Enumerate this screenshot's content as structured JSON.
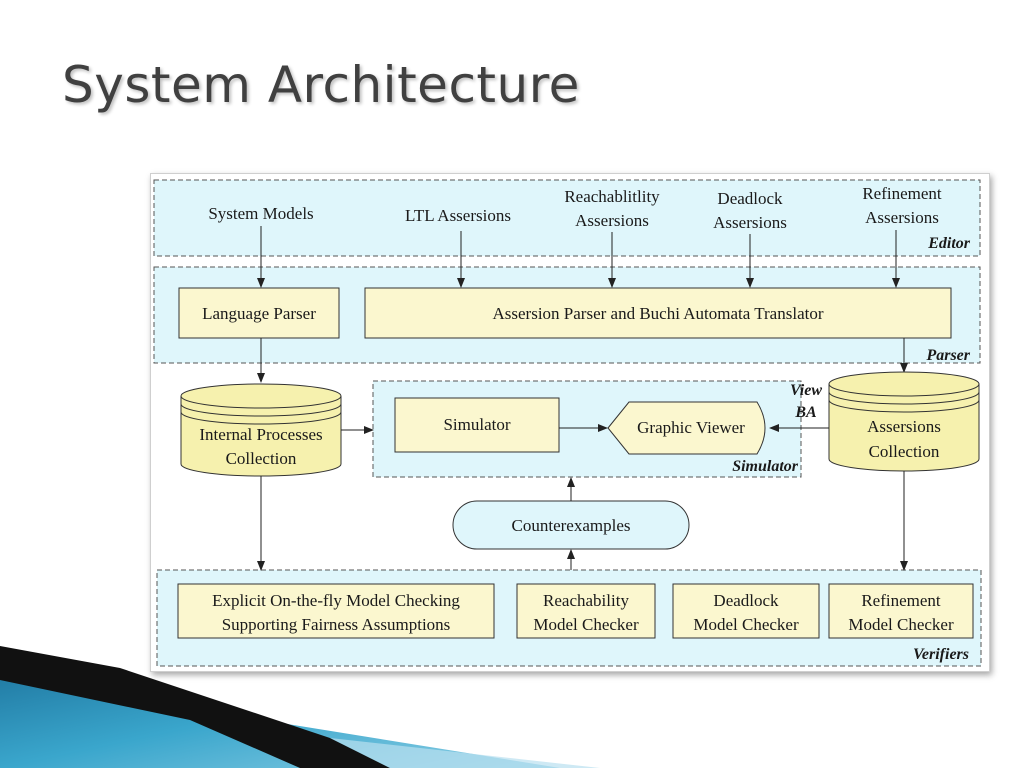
{
  "slide": {
    "title": "System Architecture"
  },
  "regions": {
    "editor": "Editor",
    "parser": "Parser",
    "simulator": "Simulator",
    "verifiers": "Verifiers"
  },
  "editor_inputs": {
    "system_models": "System Models",
    "ltl": "LTL Assersions",
    "reach_1": "Reachablitlity",
    "reach_2": "Assersions",
    "deadlock_1": "Deadlock",
    "deadlock_2": "Assersions",
    "refinement_1": "Refinement",
    "refinement_2": "Assersions"
  },
  "parser_boxes": {
    "language": "Language Parser",
    "assersion": "Assersion Parser and Buchi Automata Translator"
  },
  "collections": {
    "internal_1": "Internal Processes",
    "internal_2": "Collection",
    "assersions_1": "Assersions",
    "assersions_2": "Collection"
  },
  "simulator_boxes": {
    "simulator": "Simulator",
    "graphic_viewer": "Graphic Viewer",
    "view_ba_1": "View",
    "view_ba_2": "BA",
    "counterexamples": "Counterexamples"
  },
  "verifier_boxes": {
    "explicit_1": "Explicit On-the-fly Model Checking",
    "explicit_2": "Supporting Fairness Assumptions",
    "reach_1": "Reachability",
    "reach_2": "Model Checker",
    "deadlock_1": "Deadlock",
    "deadlock_2": "Model Checker",
    "refinement_1": "Refinement",
    "refinement_2": "Model Checker"
  },
  "colors": {
    "region_fill": "#dff6fb",
    "box_fill": "#fbf7cf",
    "box_stroke": "#333333",
    "cylinder_fill": "#f6f1ae",
    "deco_blue": "#2a8fb8",
    "deco_dark": "#111111"
  }
}
